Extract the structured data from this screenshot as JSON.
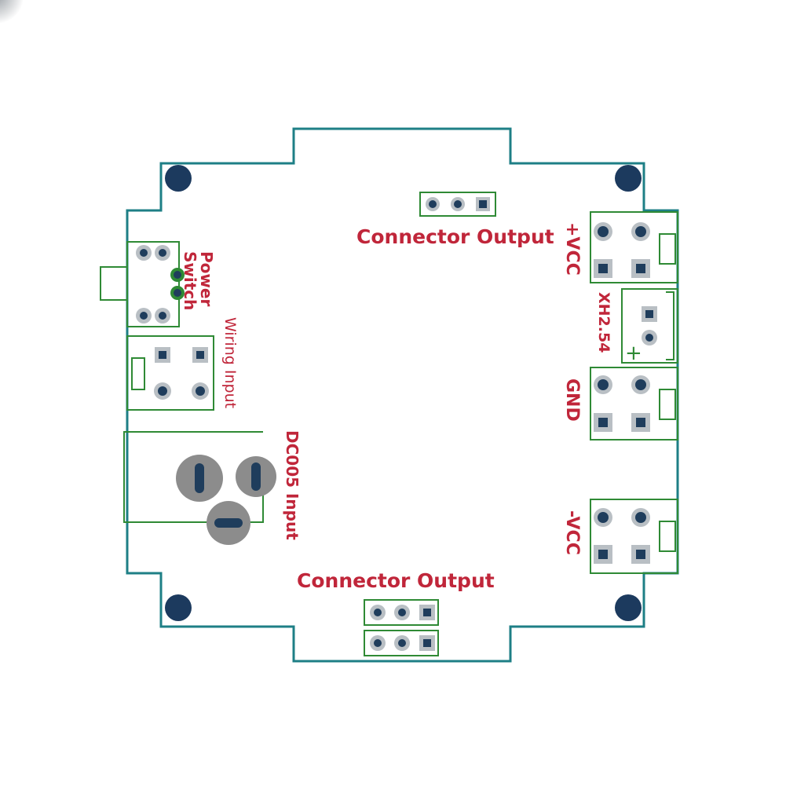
{
  "labels": {
    "connector_output_top": "Connector Output",
    "connector_output_bottom": "Connector Output",
    "power_switch_line1": "Power",
    "power_switch_line2": "Switch",
    "wiring_input": "Wiring Input",
    "dc005_input": "DC005 Input",
    "vcc_pos": "+VCC",
    "xh254": "XH2.54",
    "xh_plus": "+",
    "gnd": "GND",
    "vcc_neg": "-VCC"
  },
  "colors": {
    "board_outline": "#1e7f86",
    "silkscreen": "#2f8a35",
    "pad": "#1f3d5c",
    "pad_ring": "#b9bfc4",
    "label": "#c0263a",
    "mount_hole": "#1c3a5e",
    "barrel_jack": "#8c8c8c"
  }
}
